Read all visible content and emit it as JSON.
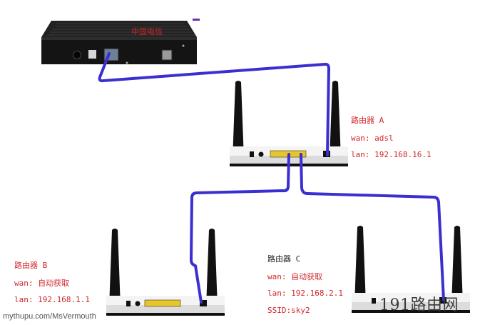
{
  "routers": {
    "a": {
      "title": "路由器 A",
      "wan": "wan: adsl",
      "lan": "lan: 192.168.16.1"
    },
    "b": {
      "title": "路由器 B",
      "wan": "wan: 自动获取",
      "lan": "lan: 192.168.1.1"
    },
    "c": {
      "title": "路由器 C",
      "wan": "wan: 自动获取",
      "lan": "lan: 192.168.2.1",
      "ssid": "SSID:sky2"
    }
  },
  "modem": {
    "logo_text": "中国电信"
  },
  "footer": {
    "watermark": "mythupu.com/MsVermouth",
    "site_logo": "191路由网"
  },
  "colors": {
    "cable": "#3a2fd0",
    "label_red": "#d2262b",
    "port_yellow": "#e8c62a",
    "device_black": "#1c1c1c"
  }
}
